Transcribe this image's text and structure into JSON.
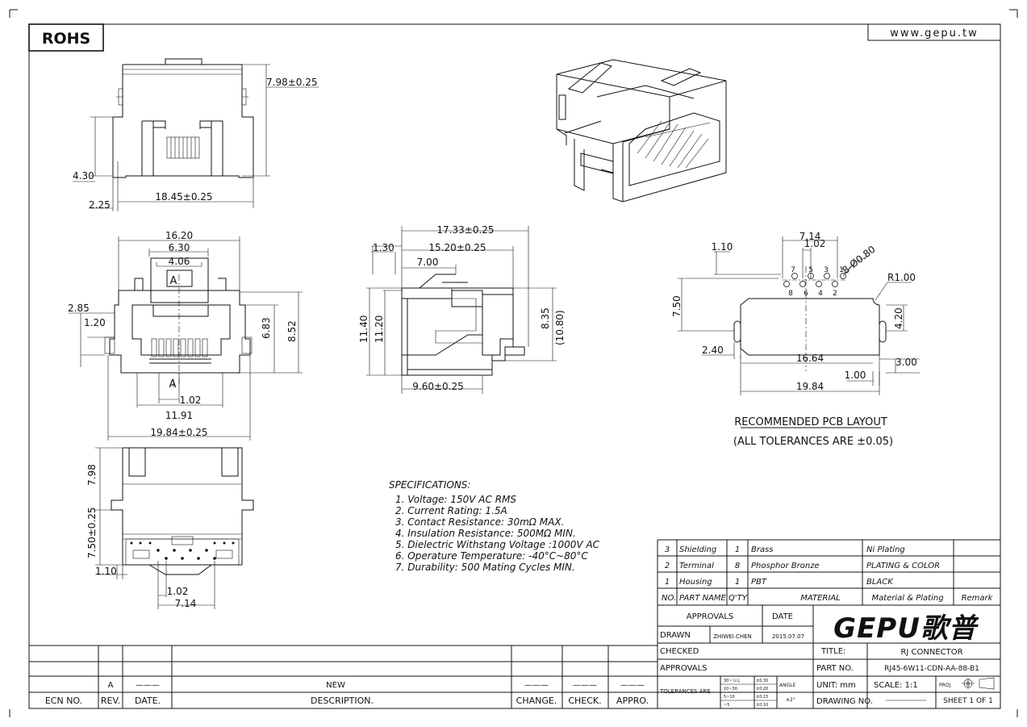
{
  "header": {
    "rohs": "ROHS",
    "website": "www.gepu.tw"
  },
  "views": {
    "top": {
      "d1": "7.98±0.25",
      "d2": "4.30",
      "d3": "2.25",
      "d4": "18.45±0.25"
    },
    "front": {
      "d1": "16.20",
      "d2": "6.30",
      "d3": "4.06",
      "d4": "A",
      "d5": "2.85",
      "d6": "1.20",
      "d7": "6.83",
      "d8": "8.52",
      "d9": "A",
      "d10": "1.02",
      "d11": "11.91",
      "d12": "19.84±0.25"
    },
    "bottom": {
      "d1": "7.98",
      "d2": "7.50±0.25",
      "d3": "1.10",
      "d4": "1.02",
      "d5": "7.14"
    },
    "side": {
      "d1": "17.33±0.25",
      "d2": "1.30",
      "d3": "15.20±0.25",
      "d4": "7.00",
      "d5": "11.40",
      "d6": "11.20",
      "d7": "8.35",
      "d8": "(10.80)",
      "d9": "9.60±0.25"
    },
    "pcb": {
      "d1": "7.14",
      "d2": "1.10",
      "d3": "1.02",
      "d4": "8-Ø0.80",
      "d5": "R1.00",
      "d6": "7.50",
      "d7": "4.20",
      "d8": "2.40",
      "d9": "16.64",
      "d10": "3.00",
      "d11": "1.00",
      "d12": "19.84",
      "pins_top": [
        "7",
        "5",
        "3",
        "1"
      ],
      "pins_bottom": [
        "8",
        "6",
        "4",
        "2"
      ],
      "title": "RECOMMENDED PCB LAYOUT",
      "subtitle": "(ALL TOLERANCES ARE ±0.05)"
    }
  },
  "specs": {
    "title": "SPECIFICATIONS:",
    "items": [
      "1. Voltage: 150V AC RMS",
      "2. Current Rating: 1.5A",
      "3. Contact Resistance: 30mΩ MAX.",
      "4. Insulation Resistance: 500MΩ MIN.",
      "5. Dielectric Withstang Voltage :1000V AC",
      "6. Operature Temperature: -40°C~80°C",
      "7. Durability: 500 Mating Cycles MIN."
    ]
  },
  "bom": {
    "rows": [
      {
        "no": "3",
        "part": "Shielding",
        "qty": "1",
        "material": "Brass",
        "plating": "Ni Plating"
      },
      {
        "no": "2",
        "part": "Terminal",
        "qty": "8",
        "material": "Phosphor Bronze",
        "plating": "PLATING & COLOR"
      },
      {
        "no": "1",
        "part": "Housing",
        "qty": "1",
        "material": "PBT",
        "plating": "BLACK"
      }
    ],
    "headers": {
      "no": "NO.",
      "part": "PART NAME",
      "qty": "Q'TY",
      "material": "MATERIAL",
      "plating": "Material & Plating",
      "remark": "Remark"
    }
  },
  "titleblock": {
    "approvals": "APPROVALS",
    "date": "DATE",
    "drawn": "DRAWN",
    "drawn_by": "ZHIWEI.CHEN",
    "drawn_date": "2015.07.07",
    "checked": "CHECKED",
    "approvals2": "APPROVALS",
    "tolerances": "TOLERANCES ARE",
    "logo": "GEPU歌普",
    "title_label": "TITLE:",
    "title_value": "RJ CONNECTOR",
    "part_label": "PART NO.",
    "part_value": "RJ45-6W11-CDN-AA-88-B1",
    "unit": "UNIT: mm",
    "scale": "SCALE: 1:1",
    "proj": "PROJ",
    "drawing_no": "DRAWING NO.",
    "sheet": "SHEET 1 OF 1",
    "angle": "ANGLE",
    "angle_val": "±2°",
    "tol_rows": [
      {
        "range": "30~ U.L",
        "tol": "±0.30"
      },
      {
        "range": "10~30",
        "tol": "±0.20"
      },
      {
        "range": "5~10",
        "tol": "±0.15"
      },
      {
        "range": "~5",
        "tol": "±0.10"
      }
    ]
  },
  "revblock": {
    "rev_value": "A",
    "dash1": "———",
    "new": "NEW",
    "dash2": "———",
    "dash3": "———",
    "dash4": "———",
    "ecn": "ECN NO.",
    "rev": "REV.",
    "date": "DATE.",
    "description": "DESCRIPTION.",
    "change": "CHANGE.",
    "check": "CHECK.",
    "appro": "APPRO."
  }
}
